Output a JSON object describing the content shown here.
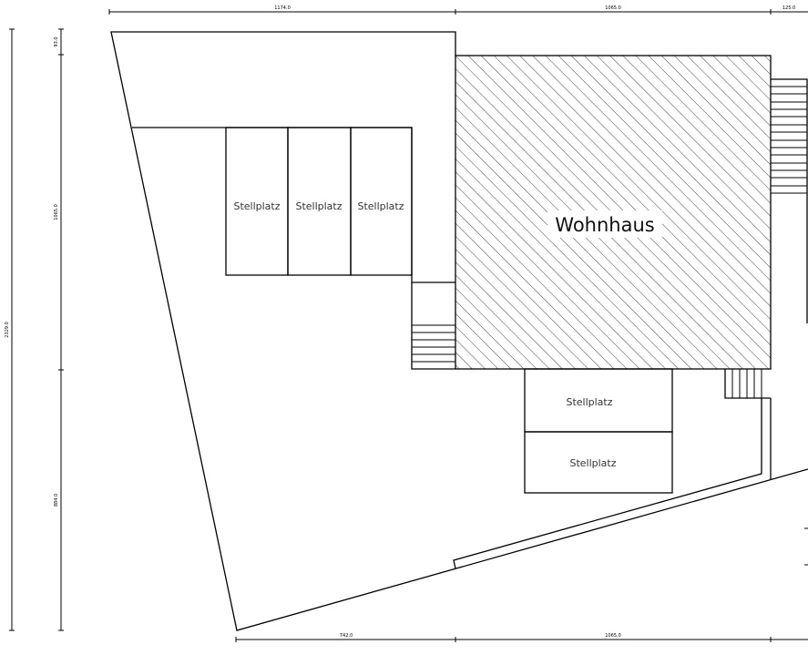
{
  "building": {
    "label": "Wohnhaus"
  },
  "parking": [
    "Stellplatz",
    "Stellplatz",
    "Stellplatz",
    "Stellplatz",
    "Stellplatz"
  ],
  "dimensions": {
    "top": [
      "1174.0",
      "1065.0",
      "125.0"
    ],
    "bottom": [
      "742.0",
      "1065.0"
    ],
    "left_total": "2329.0",
    "left_segments": [
      "93.0",
      "1065.0",
      "884.0"
    ]
  }
}
